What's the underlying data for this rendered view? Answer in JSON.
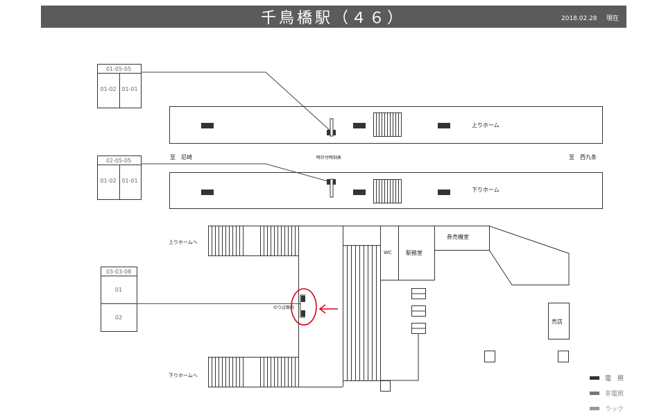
{
  "header": {
    "title": "千鳥橋駅（４６）",
    "date": "2018.02.28",
    "as_of": "現在"
  },
  "racks": [
    {
      "id": "01-05-05",
      "cells": [
        "01-02",
        "01-01"
      ]
    },
    {
      "id": "02-05-05",
      "cells": [
        "01-02",
        "01-01"
      ]
    },
    {
      "id": "03-03-08",
      "cells": [
        "01",
        "02"
      ]
    }
  ],
  "platforms": {
    "up": "上りホーム",
    "down": "下りホーム"
  },
  "directions": {
    "left": "至　尼崎",
    "right": "至　西九条"
  },
  "labels": {
    "clock_timetable": "時計付時刻表",
    "to_up": "上りホームへ",
    "to_down": "下りホームへ",
    "wc": "WC",
    "station_office": "駅務室",
    "ticket_room": "券売機室",
    "kiosk": "売店",
    "platform_guide": "のりば案内"
  },
  "legend": [
    {
      "label": "電　照",
      "color": "#333333"
    },
    {
      "label": "非電照",
      "color": "#777777"
    },
    {
      "label": "ラック",
      "color": "#999999"
    }
  ],
  "colors": {
    "header": "#5b5b5b",
    "highlight": "#d0021b"
  }
}
